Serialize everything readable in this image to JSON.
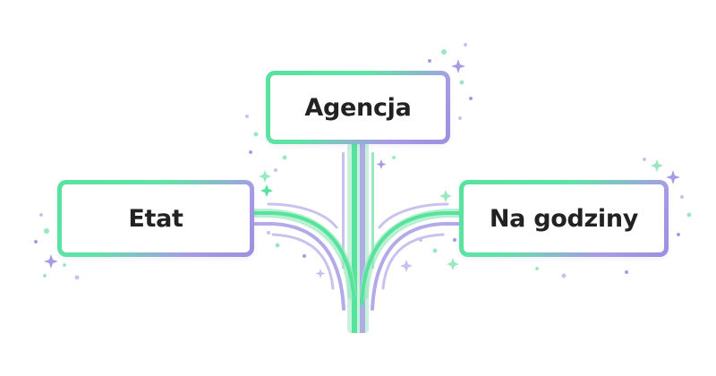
{
  "nodes": {
    "top": {
      "label": "Agencja"
    },
    "left": {
      "label": "Etat"
    },
    "right": {
      "label": "Na godziny"
    }
  },
  "colors": {
    "green": "#56e39c",
    "green_light": "#9be8c0",
    "purple": "#a79be6",
    "purple_light": "#c9c2ee",
    "text": "#222222",
    "background": "#ffffff"
  }
}
